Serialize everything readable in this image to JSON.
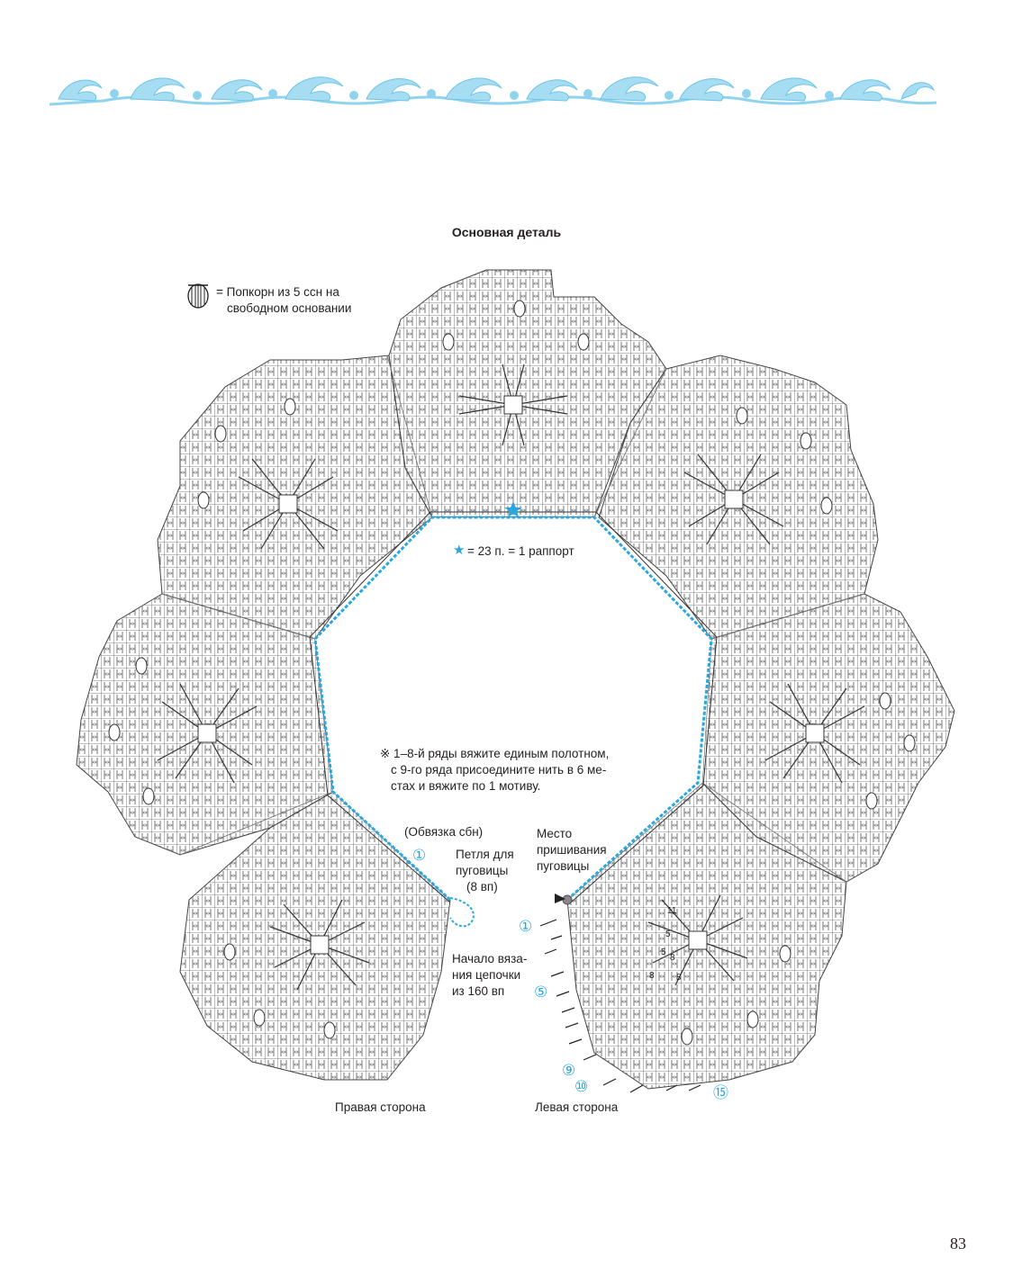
{
  "title": "Основная деталь",
  "legend": {
    "popcorn_text": "= Попкорн из 5 ссн на свободном основании",
    "popcorn_line1": "= Попкорн из 5 ссн на",
    "popcorn_line2": "свободном основании",
    "repeat_text": "= 23 п. = 1 раппорт"
  },
  "notes": {
    "rows_line1": "※ 1–8-й ряды вяжите единым полотном,",
    "rows_line2": "с 9-го ряда присоедините нить в 6 ме-",
    "rows_line3": "стах и вяжите по 1 мотиву.",
    "edging": "(Обвязка сбн)",
    "loop_line1": "Петля для",
    "loop_line2": "пуговицы",
    "loop_line3": "(8 вп)",
    "start_line1": "Начало вяза-",
    "start_line2": "ния цепочки",
    "start_line3": "из 160 вп",
    "button_line1": "Место",
    "button_line2": "пришивания",
    "button_line3": "пуговицы"
  },
  "sides": {
    "right": "Правая сторона",
    "left": "Левая сторона"
  },
  "row_markers": {
    "edging_row": "①",
    "left_rows": [
      "①",
      "⑤",
      "⑨",
      "⑩",
      "⑮"
    ]
  },
  "stitch_numbers": [
    "11",
    "5",
    "5",
    "8",
    "8",
    "8"
  ],
  "page_number": "83",
  "colors": {
    "accent": "#29a8e0",
    "ink": "#231f20"
  },
  "icons": [
    "popcorn-stitch-icon",
    "star-icon",
    "arrow-icon",
    "ornament-swirl-icon"
  ]
}
